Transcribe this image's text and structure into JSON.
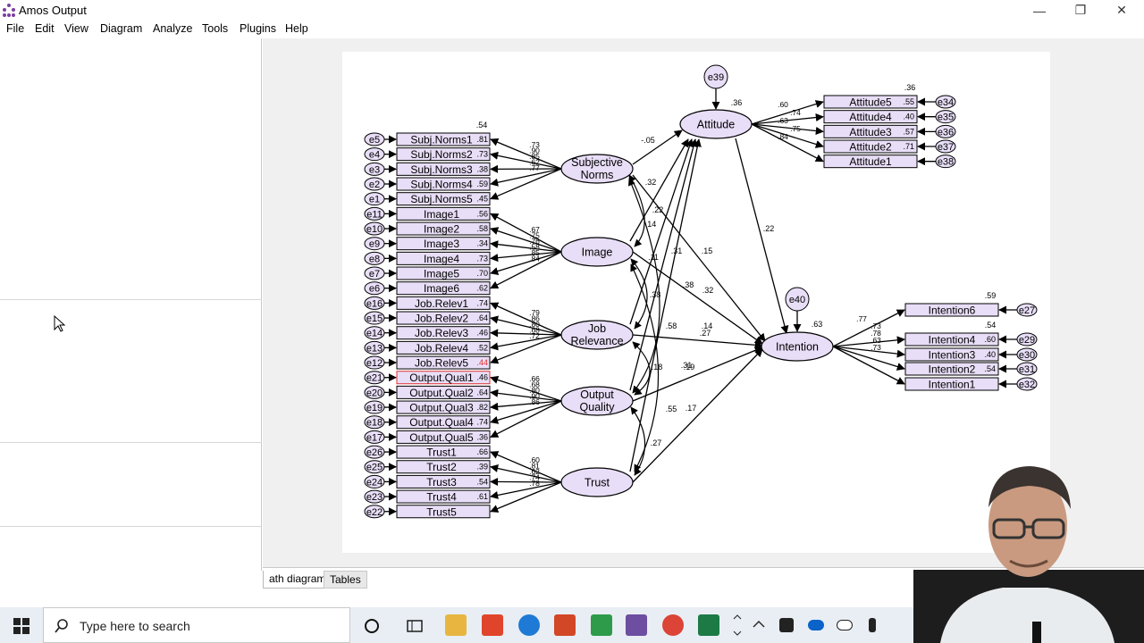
{
  "window": {
    "title": "Amos Output",
    "minimize_icon": "minimize-icon",
    "restore_icon": "restore-icon",
    "close_icon": "close-icon"
  },
  "menu": [
    "File",
    "Edit",
    "View",
    "Diagram",
    "Analyze",
    "Tools",
    "Plugins",
    "Help"
  ],
  "tabs": [
    {
      "label": "ath diagram",
      "active": true
    },
    {
      "label": "Tables",
      "active": false
    }
  ],
  "taskbar": {
    "search_placeholder": "Type here to search",
    "icons": [
      "windows-start-icon",
      "search-icon",
      "cortana-icon",
      "task-view-icon",
      "file-explorer-icon",
      "office-icon",
      "edge-icon",
      "powerpoint-icon",
      "green-app-icon",
      "amos-icon",
      "chrome-icon",
      "excel-icon",
      "chevron-icon",
      "tray-dropbox-icon",
      "onedrive-icon",
      "cloud-icon",
      "usb-icon"
    ]
  },
  "diagram": {
    "latents": [
      {
        "id": "subj",
        "lines": [
          "Subjective",
          "Norms"
        ]
      },
      {
        "id": "image",
        "lines": [
          "Image"
        ]
      },
      {
        "id": "job",
        "lines": [
          "Job",
          "Relevance"
        ]
      },
      {
        "id": "oq",
        "lines": [
          "Output",
          "Quality"
        ]
      },
      {
        "id": "trust",
        "lines": [
          "Trust"
        ]
      },
      {
        "id": "att",
        "lines": [
          "Attitude"
        ]
      },
      {
        "id": "int",
        "lines": [
          "Intention"
        ]
      }
    ],
    "disturbances": [
      {
        "id": "e39",
        "label": "e39",
        "r2": ".36"
      },
      {
        "id": "e40",
        "label": "e40",
        "r2": ".63"
      }
    ],
    "left_indicators": [
      {
        "label": "Subj.Norms1",
        "r2": ".81",
        "err": "e5"
      },
      {
        "label": "Subj.Norms2",
        "r2": ".73",
        "err": "e4"
      },
      {
        "label": "Subj.Norms3",
        "r2": ".38",
        "err": "e3"
      },
      {
        "label": "Subj.Norms4",
        "r2": ".59",
        "err": "e2"
      },
      {
        "label": "Subj.Norms5",
        "r2": ".45",
        "err": "e1"
      },
      {
        "label": "Image1",
        "r2": ".56",
        "err": "e11"
      },
      {
        "label": "Image2",
        "r2": ".58",
        "err": "e10"
      },
      {
        "label": "Image3",
        "r2": ".34",
        "err": "e9"
      },
      {
        "label": "Image4",
        "r2": ".73",
        "err": "e8"
      },
      {
        "label": "Image5",
        "r2": ".70",
        "err": "e7"
      },
      {
        "label": "Image6",
        "r2": ".62",
        "err": "e6"
      },
      {
        "label": "Job.Relev1",
        "r2": ".74",
        "err": "e16"
      },
      {
        "label": "Job.Relev2",
        "r2": ".64",
        "err": "e15"
      },
      {
        "label": "Job.Relev3",
        "r2": ".46",
        "err": "e14"
      },
      {
        "label": "Job.Relev4",
        "r2": ".52",
        "err": "e13"
      },
      {
        "label": "Job.Relev5",
        "r2": ".44",
        "err": "e12"
      },
      {
        "label": "Output.Qual1",
        "r2": ".46",
        "err": "e21"
      },
      {
        "label": "Output.Qual2",
        "r2": ".64",
        "err": "e20"
      },
      {
        "label": "Output.Qual3",
        "r2": ".82",
        "err": "e19"
      },
      {
        "label": "Output.Qual4",
        "r2": ".74",
        "err": "e18"
      },
      {
        "label": "Output.Qual5",
        "r2": ".36",
        "err": "e17"
      },
      {
        "label": "Trust1",
        "r2": ".66",
        "err": "e26"
      },
      {
        "label": "Trust2",
        "r2": ".39",
        "err": "e25"
      },
      {
        "label": "Trust3",
        "r2": ".54",
        "err": "e24"
      },
      {
        "label": "Trust4",
        "r2": ".61",
        "err": "e23"
      },
      {
        "label": "Trust5",
        "r2": "",
        "err": "e22"
      }
    ],
    "subj_top_value": ".54",
    "left_loadings": {
      "subj": [
        ".73",
        ".90",
        ".85",
        ".62",
        ".77"
      ],
      "image": [
        ".67",
        ".75",
        ".76",
        ".58",
        ".85",
        ".84"
      ],
      "job": [
        ".79",
        ".86",
        ".80",
        ".68",
        ".72"
      ],
      "oq": [
        ".66",
        ".68",
        ".80",
        ".90",
        ".86"
      ],
      "trust": [
        ".60",
        ".81",
        ".62",
        ".74",
        ".78"
      ]
    },
    "att_indicators": [
      {
        "label": "Attitude5",
        "r2": ".55",
        "err": "e34"
      },
      {
        "label": "Attitude4",
        "r2": ".40",
        "err": "e35"
      },
      {
        "label": "Attitude3",
        "r2": ".57",
        "err": "e36"
      },
      {
        "label": "Attitude2",
        "r2": ".71",
        "err": "e37"
      },
      {
        "label": "Attitude1",
        "r2": "",
        "err": "e38"
      }
    ],
    "att_top_value": ".36",
    "att_loadings": [
      ".60",
      ".74",
      ".63",
      ".75",
      ".84"
    ],
    "int_indicators": [
      {
        "label": "Intention6",
        "r2": "",
        "err": "e27"
      },
      {
        "label": "Intention4",
        "r2": ".60",
        "err": "e29"
      },
      {
        "label": "Intention3",
        "r2": ".40",
        "err": "e30"
      },
      {
        "label": "Intention2",
        "r2": ".54",
        "err": "e31"
      },
      {
        "label": "Intention1",
        "r2": "",
        "err": "e32"
      }
    ],
    "int6_r2": ".59",
    "int4_r2_top": ".54",
    "int_loadings": [
      ".77",
      ".73",
      ".78",
      ".63",
      ".73"
    ],
    "paths": {
      "subj_att": "-.05",
      "subj_int": ".15",
      "att_int": ".22",
      "job_int": ".14",
      "oq_int": ".27",
      "trust_int": ".17",
      "misc": [
        ".32",
        ".14",
        ".11",
        ".31",
        ".38",
        ".32",
        ".58",
        ".18",
        ".19",
        ".55",
        ".27",
        ".22",
        ".38",
        ".31"
      ]
    }
  }
}
